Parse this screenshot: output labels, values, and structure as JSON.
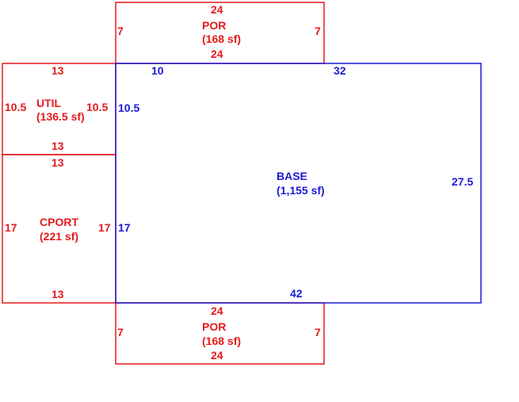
{
  "colors": {
    "outbuilding": "#e41a1c",
    "base": "#1a1ad6"
  },
  "areas": {
    "por_top": {
      "name": "POR",
      "area": "(168 sf)",
      "top": "24",
      "bottom": "24",
      "left": "7",
      "right": "7"
    },
    "util": {
      "name": "UTIL",
      "area": "(136.5 sf)",
      "top": "13",
      "bottom": "13",
      "left": "10.5",
      "right": "10.5"
    },
    "cport": {
      "name": "CPORT",
      "area": "(221 sf)",
      "top": "13",
      "bottom": "13",
      "left": "17",
      "right": "17"
    },
    "base": {
      "name": "BASE",
      "area": "(1,155 sf)",
      "top_a": "10",
      "top_b": "32",
      "left_a": "10.5",
      "left_b": "17",
      "right": "27.5",
      "bottom": "42"
    },
    "por_bottom": {
      "name": "POR",
      "area": "(168 sf)",
      "top": "24",
      "bottom": "24",
      "left": "7",
      "right": "7"
    }
  }
}
